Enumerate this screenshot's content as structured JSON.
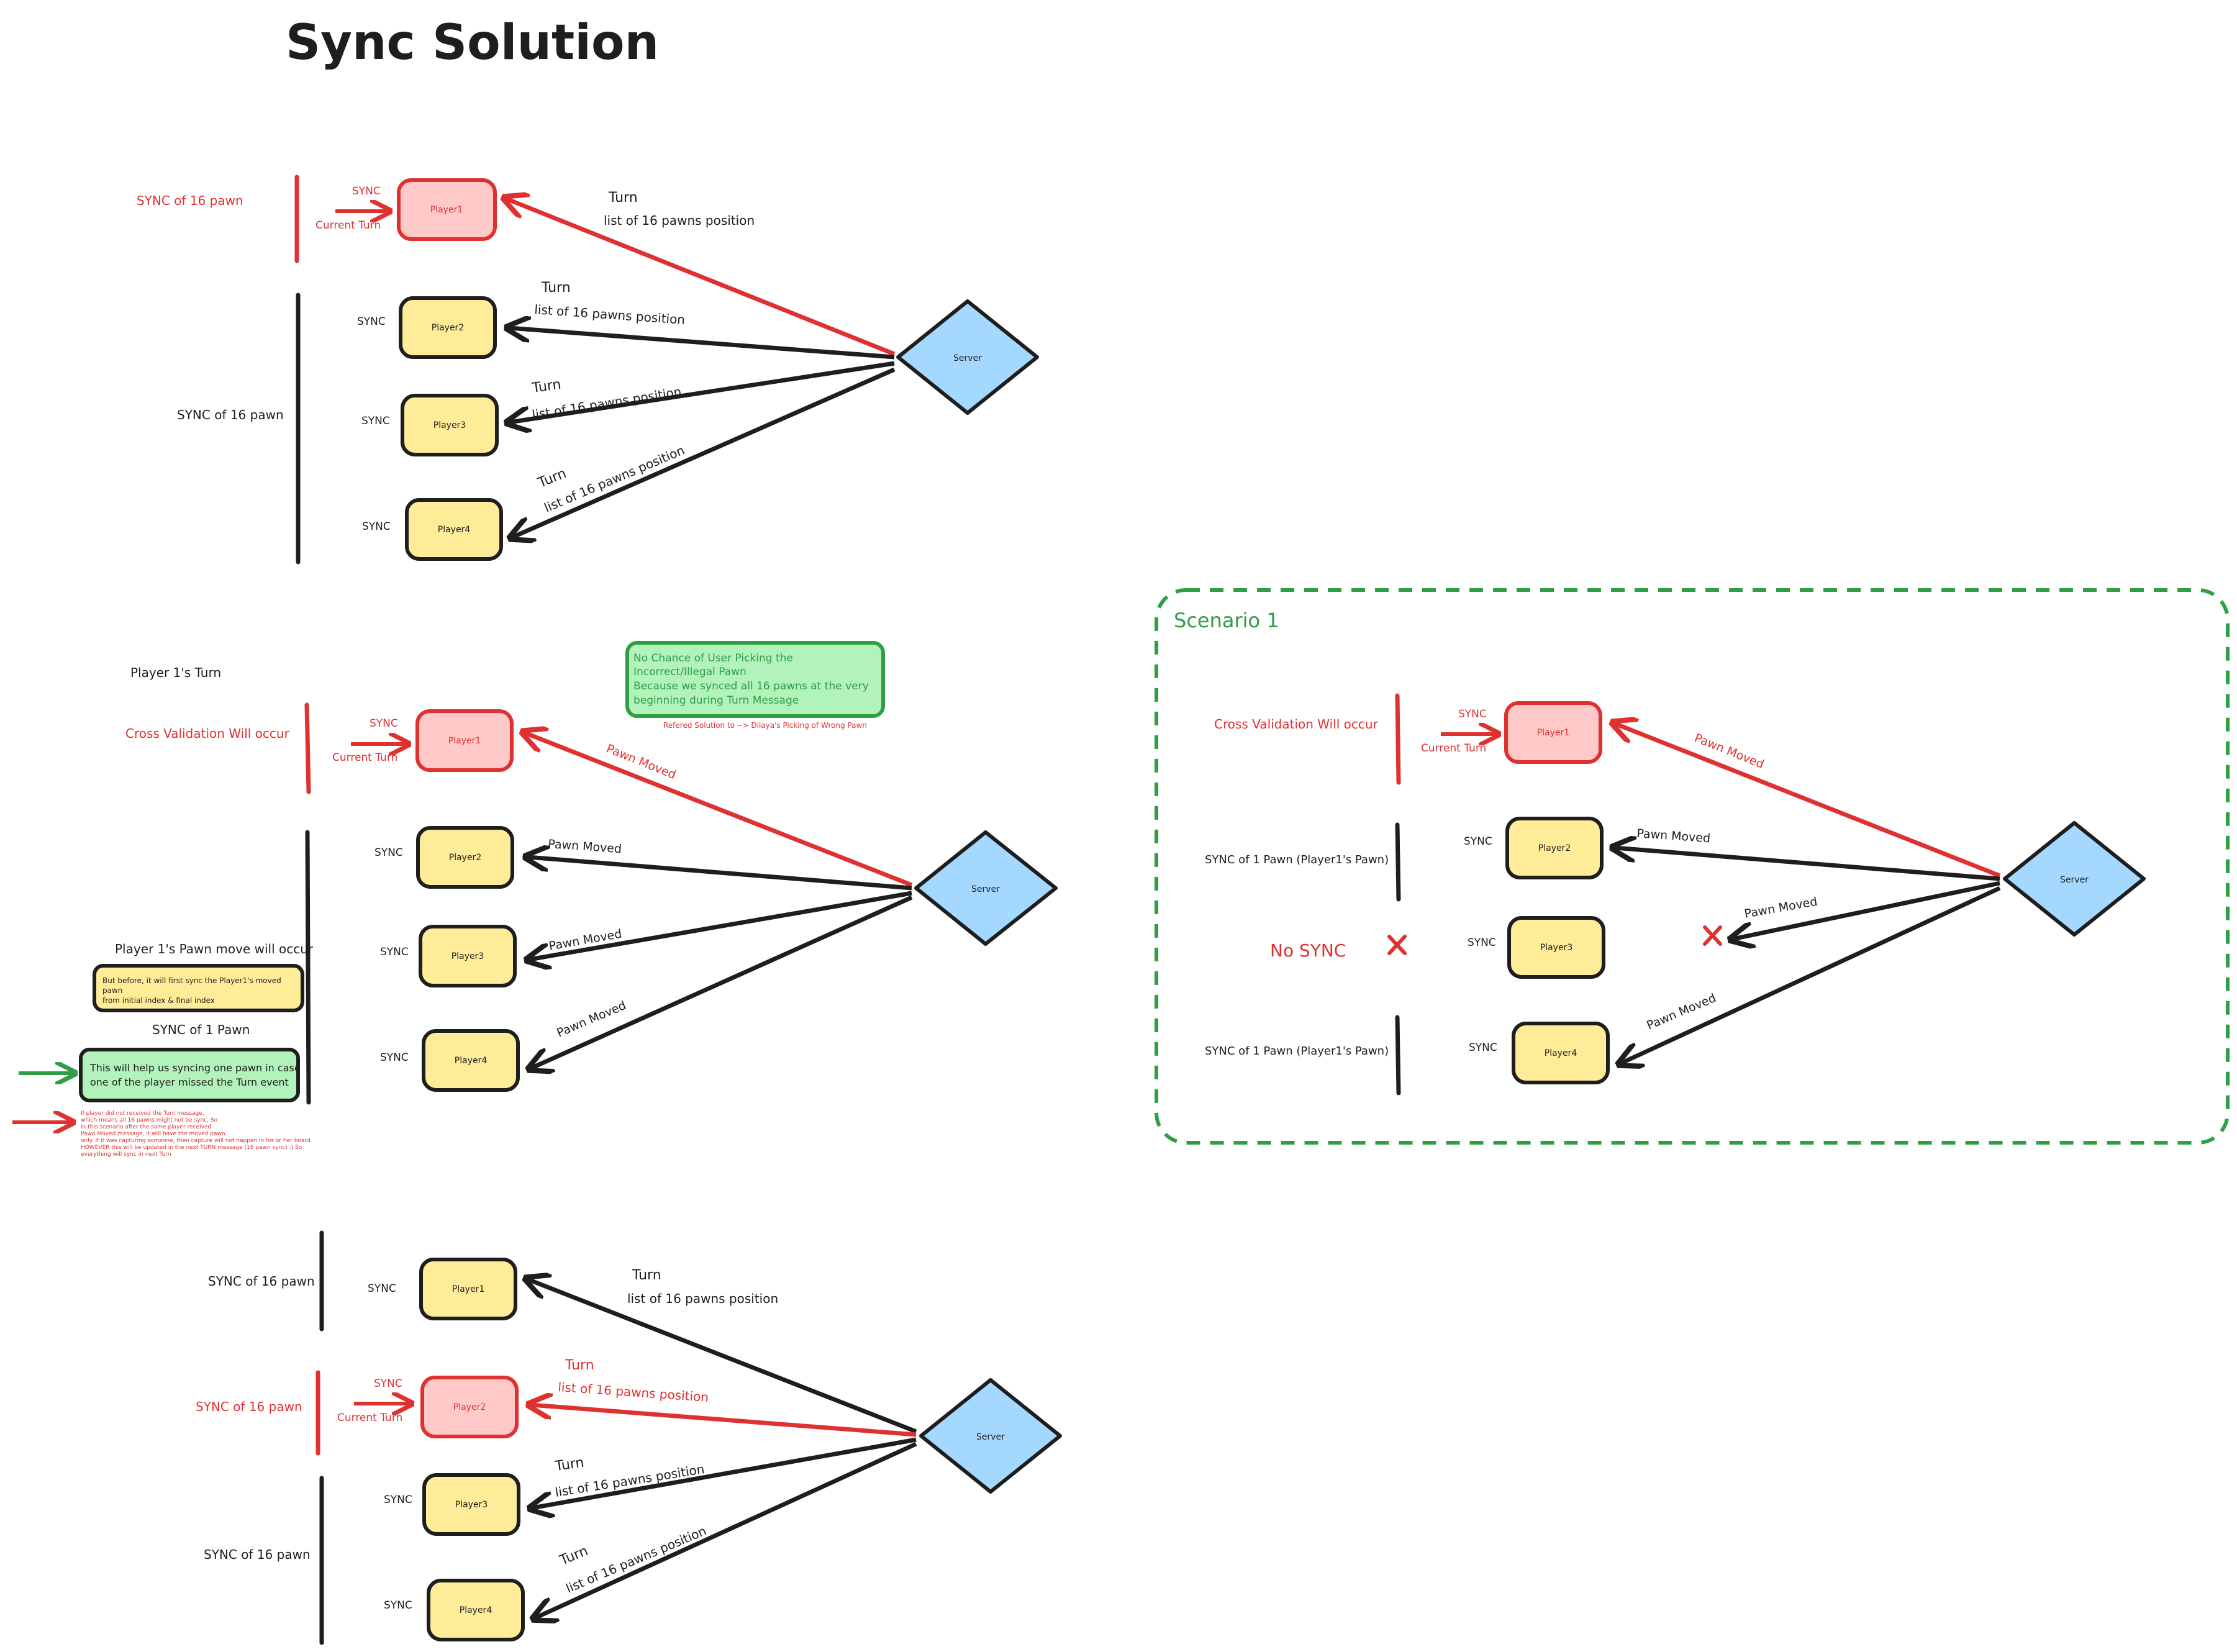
{
  "title": "Sync Solution",
  "colors": {
    "red": "#e03131",
    "black": "#1e1e1e",
    "green": "#2f9e44",
    "player_fill": "#ffec99",
    "active_player_fill": "#ffc9c9",
    "server_fill": "#a5d8ff",
    "note_green_fill": "#b2f2bb"
  },
  "section1": {
    "sync16_red": "SYNC of 16 pawn",
    "sync16_black": "SYNC of 16 pawn",
    "sync": "SYNC",
    "current_turn": "Current Turn",
    "player1": "Player1",
    "player2": "Player2",
    "player3": "Player3",
    "player4": "Player4",
    "server": "Server",
    "turn": "Turn",
    "list16": "list of 16 pawns position"
  },
  "section2": {
    "player1_turn": "Player 1's Turn",
    "cross_validation": "Cross Validation Will occur",
    "sync": "SYNC",
    "current_turn": "Current Turn",
    "player1": "Player1",
    "player2": "Player2",
    "player3": "Player3",
    "player4": "Player4",
    "server": "Server",
    "pawn_moved": "Pawn Moved",
    "move_occur": "Player 1's Pawn move will occur",
    "yellow_note_l1": "But before, it will first sync the Player1's moved",
    "yellow_note_l2": "pawn",
    "yellow_note_l3": "from initial index & final index",
    "sync1": "SYNC of 1 Pawn",
    "green_note_l1": "This will help us syncing one pawn in case",
    "green_note_l2": "one of the player missed the Turn event",
    "red_small_l1": "If player did not received the Turn message,",
    "red_small_l2": "which means all 16 pawns might not be sync. So",
    "red_small_l3": "in this scenario after the same player received",
    "red_small_l4": "Pawn Moved message, it will have the moved pawn",
    "red_small_l5": "only. If it was capturing someone, then capture will not happen in his or her board.",
    "red_small_l6": "HOWEVER this will be updated in the next TURN message (16 pawn sync) :) So",
    "red_small_l7": "everything will sync in next Turn",
    "no_chance_l1": "No Chance of User Picking the",
    "no_chance_l2": "Incorrect/Illegal Pawn",
    "no_chance_l3": "Because we synced all 16 pawns at the very",
    "no_chance_l4": "beginning during Turn Message",
    "refered": "Refered Solution to --> Dilaya's Picking of Wrong Pawn"
  },
  "section3": {
    "sync16_a": "SYNC of 16 pawn",
    "sync16_b": "SYNC of 16 pawn",
    "sync16_c": "SYNC of 16 pawn",
    "sync": "SYNC",
    "current_turn": "Current Turn",
    "player1": "Player1",
    "player2": "Player2",
    "player3": "Player3",
    "player4": "Player4",
    "server": "Server",
    "turn": "Turn",
    "list16": "list of 16 pawns position"
  },
  "scenario1": {
    "title": "Scenario 1",
    "cross_validation": "Cross Validation Will occur",
    "sync": "SYNC",
    "current_turn": "Current Turn",
    "player1": "Player1",
    "player2": "Player2",
    "player3": "Player3",
    "player4": "Player4",
    "server": "Server",
    "pawn_moved": "Pawn Moved",
    "sync1_p1": "SYNC of 1 Pawn (Player1's Pawn)",
    "no_sync": "No SYNC"
  }
}
